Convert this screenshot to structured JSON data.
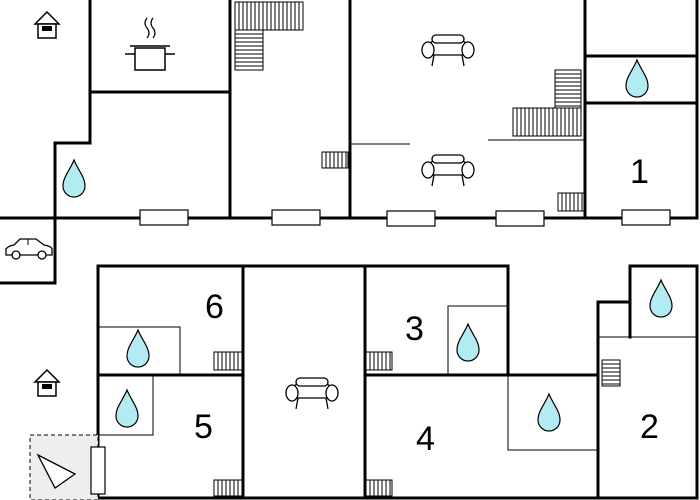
{
  "floor_plan": {
    "rooms": [
      {
        "id": "room-1",
        "label": "1"
      },
      {
        "id": "room-2",
        "label": "2"
      },
      {
        "id": "room-3",
        "label": "3"
      },
      {
        "id": "room-4",
        "label": "4"
      },
      {
        "id": "room-5",
        "label": "5"
      },
      {
        "id": "room-6",
        "label": "6"
      }
    ],
    "icons": [
      "house-icon",
      "house-icon",
      "car-icon",
      "cooking-pot-icon",
      "sofa-icon",
      "water-drop-icon",
      "radiator-icon",
      "stairs-icon",
      "window-icon",
      "north-arrow-icon"
    ],
    "colors": {
      "wall": "#000000",
      "water": "#b2ebf2",
      "background": "#ffffff",
      "outside-area": "#eeeeee"
    }
  }
}
